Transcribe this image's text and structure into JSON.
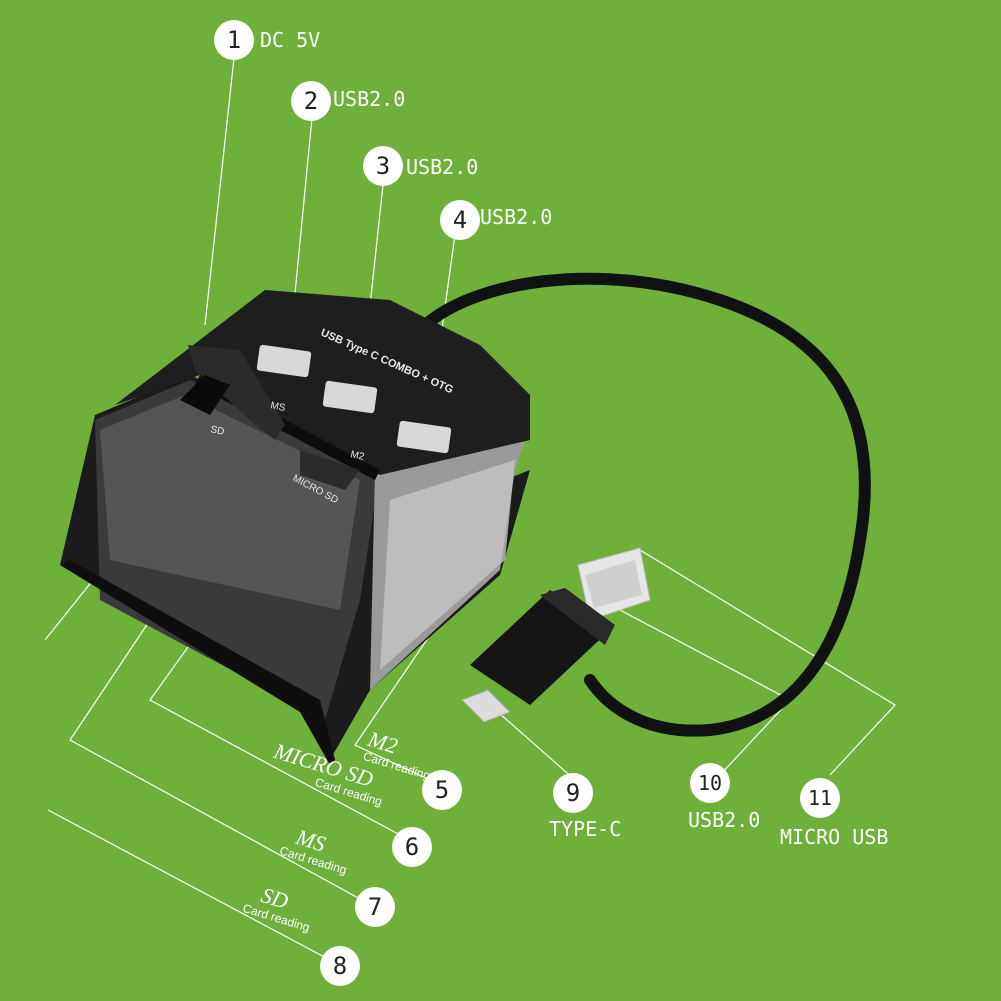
{
  "callouts": [
    {
      "num": "1",
      "label": "DC 5V"
    },
    {
      "num": "2",
      "label": "USB2.0"
    },
    {
      "num": "3",
      "label": "USB2.0"
    },
    {
      "num": "4",
      "label": "USB2.0"
    },
    {
      "num": "5",
      "label": "M2",
      "sub": "Card reading"
    },
    {
      "num": "6",
      "label": "MICRO SD",
      "sub": "Card reading"
    },
    {
      "num": "7",
      "label": "MS",
      "sub": "Card reading"
    },
    {
      "num": "8",
      "label": "SD",
      "sub": "Card reading"
    },
    {
      "num": "9",
      "label": "TYPE-C"
    },
    {
      "num": "10",
      "label": "USB2.0"
    },
    {
      "num": "11",
      "label": "MICRO USB"
    }
  ],
  "device": {
    "top_text": "USB Type C COMBO + OTG",
    "slot_labels": {
      "sd": "SD",
      "ms": "MS",
      "m2": "M2",
      "micro_sd": "MICRO SD"
    }
  },
  "colors": {
    "background": "#6fb03a",
    "device": "#151515",
    "lines": "#ffffff"
  }
}
